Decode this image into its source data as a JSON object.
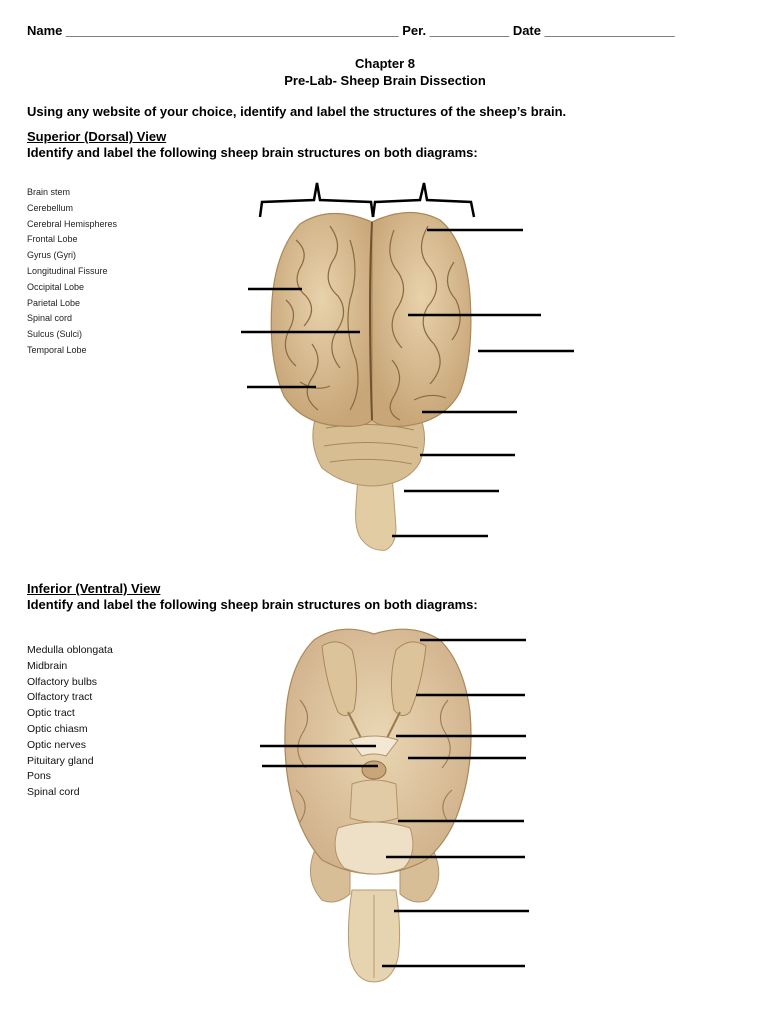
{
  "header": {
    "name_line": "Name ______________________________________________ Per. ___________ Date __________________"
  },
  "title": {
    "chapter": "Chapter 8",
    "subtitle": "Pre-Lab- Sheep Brain Dissection"
  },
  "instructions": "Using any website of your choice, identify and label the structures of the sheep’s brain.",
  "dorsal": {
    "heading": "Superior (Dorsal) View",
    "instruction": "Identify and label the following sheep brain structures on both diagrams:",
    "terms": [
      "Brain stem",
      "Cerebellum",
      "Cerebral Hemispheres",
      "Frontal Lobe",
      "Gyrus (Gyri)",
      "Longitudinal Fissure",
      "Occipital Lobe",
      "Parietal Lobe",
      "Spinal cord",
      "Sulcus (Sulci)",
      "Temporal Lobe"
    ]
  },
  "ventral": {
    "heading": "Inferior (Ventral) View",
    "instruction": "Identify and label the following sheep brain structures on both diagrams:",
    "terms": [
      "Medulla oblongata",
      "Midbrain",
      "Olfactory bulbs",
      "Olfactory tract",
      "Optic tract",
      "Optic chiasm",
      "Optic nerves",
      "Pituitary gland",
      "Pons",
      "Spinal cord"
    ]
  },
  "colors": {
    "brain_fill": "#dcc39a",
    "brain_shadow": "#b99a6c",
    "sulci": "#8a6a42",
    "label_line": "#000000"
  }
}
